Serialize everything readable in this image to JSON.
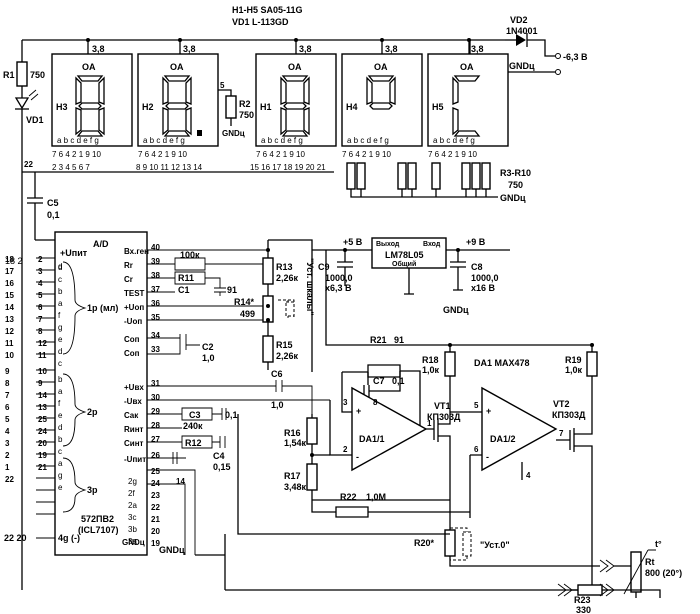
{
  "header": {
    "line1": "H1-H5  SA05-11G",
    "line2": "VD1  L-113GD"
  },
  "supply": {
    "minus_6v3": "-6,3 В",
    "gnd": "GNDц",
    "plus_5v": "+5 В",
    "plus_9v": "+9 В"
  },
  "displays": {
    "voltage": "3,8",
    "oa": "OA",
    "h1": "H1",
    "h2": "H2",
    "h3": "H3",
    "h4": "H4",
    "h5": "H5",
    "seg_letters": "a  b c d e f  g",
    "pins_top": "7  6 4  2 1 9 10",
    "h3_pins_ic": "2  3  4  5  6  7",
    "h2_pins_ic": "8  9 10 11 12 13 14",
    "h1_pins_ic": "15 16 17 18 19 20 21"
  },
  "reg": {
    "out": "Выход",
    "in": "Вход",
    "part": "LM78L05",
    "common": "Общий"
  },
  "ic": {
    "ad": "A/D",
    "upit": "+Uпит",
    "part1": "572ПВ2",
    "part2": "(ICL7107)",
    "g4": "4g (-)",
    "seg_d": "d",
    "grp1": "1р (мл)",
    "grp2": "2р",
    "grp3": "3р",
    "pins_left_col1_a": "18  2",
    "right_labels": [
      "Вх.ген",
      "Rr",
      "Cr",
      "TEST",
      "+Uоп",
      "-Uоп",
      "Cоп",
      "Cоп",
      "+Uвх",
      "-Uвх",
      "Cак",
      "Rинт",
      "Cинт",
      "-Uпит"
    ],
    "right_numbers": [
      "40",
      "39",
      "38",
      "37",
      "36",
      "35",
      "34",
      "33",
      "31",
      "30",
      "29",
      "28",
      "27",
      "26"
    ],
    "left_numbers_outer": [
      "18",
      "17",
      "16",
      "15",
      "14",
      "13",
      "12",
      "11",
      "10",
      "9",
      "8",
      "7",
      "6",
      "5",
      "4",
      "3",
      "2",
      "1",
      "22"
    ],
    "left_numbers_inner": [
      "2",
      "3",
      "4",
      "5",
      "6",
      "7",
      "8",
      "12",
      "11",
      "10",
      "9",
      "14",
      "13",
      "25",
      "24",
      "20",
      "19",
      "21"
    ],
    "left_letters": [
      "d",
      "c",
      "b",
      "a",
      "f",
      "g",
      "e",
      "d",
      "c",
      "b",
      "a",
      "f",
      "e",
      "d",
      "b",
      "c",
      "a",
      "g",
      "e"
    ],
    "bottom_pins": [
      "2g",
      "2f",
      "2a",
      "3c",
      "3b",
      "3a"
    ],
    "bottom_numbers": [
      "25",
      "24",
      "23",
      "22",
      "21",
      "20",
      "19"
    ]
  },
  "pins": {
    "p1": "1",
    "p2": "2",
    "p3": "3",
    "p4": "4",
    "p5": "5",
    "p6": "6",
    "p7": "7",
    "p8": "8",
    "p14": "14",
    "p22top": "22",
    "p22_20": "22   20"
  },
  "parts": {
    "vd2": "VD2",
    "vd2_type": "1N4001",
    "r1": "R1",
    "r1_value": "750",
    "vd1": "VD1",
    "r2": "R2",
    "r2_value": "750",
    "r3_r10": "R3-R10",
    "r3_r10_value": "750",
    "c5": "C5",
    "c5_value": "0,1",
    "r_100k": "100к",
    "r11": "R11",
    "c1": "C1",
    "c1_value": "91",
    "c2": "C2",
    "c2_value": "1,0",
    "c6": "C6",
    "c6_value": "1,0",
    "c3": "C3",
    "c3_value": "0,1",
    "r_240k": "240к",
    "r12": "R12",
    "c4": "C4",
    "c4_value": "0,15",
    "r13": "R13",
    "r13_value": "2,26к",
    "r14": "R14*",
    "r14_value": "499",
    "r15": "R15",
    "r15_value": "2,26к",
    "c9": "C9",
    "c9_value": "1000,0",
    "c9_voltage": "х6,3 В",
    "c8": "C8",
    "c8_value": "1000,0",
    "c8_voltage": "х16 В",
    "r21": "R21",
    "r21_value": "91",
    "c7": "C7",
    "c7_value": "0,1",
    "r18": "R18",
    "r18_value": "1,0к",
    "r19": "R19",
    "r19_value": "1,0к",
    "da1": "DA1  MAX478",
    "vt1": "VT1",
    "vt2": "VT2",
    "vt_type": "КП303Д",
    "da1_1": "DA1/1",
    "da1_2": "DA1/2",
    "r16": "R16",
    "r16_value": "1,54к",
    "r17": "R17",
    "r17_value": "3,48к",
    "r22": "R22",
    "r22_value": "1,0М",
    "r20": "R20*",
    "rt": "Rt",
    "rt_value": "800 (20°)",
    "rt_temp": "t°",
    "r23": "R23",
    "r23_value": "330"
  },
  "labels": {
    "ust_shkaly": "\"Уст. шкалы\"",
    "ust_0": "\"Уст.0\"",
    "plus": "+",
    "minus": "-"
  }
}
